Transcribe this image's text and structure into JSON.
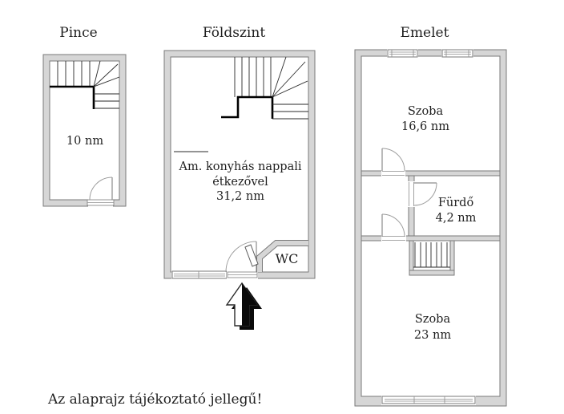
{
  "note": "Az alaprajz tájékoztató jellegű!",
  "colors": {
    "background": "#ffffff",
    "wall_fill": "#d6d6d6",
    "wall_border": "#7a7a7a",
    "line": "#2a2a2a",
    "text": "#1f1f1f"
  },
  "floors": {
    "pince": {
      "title": "Pince",
      "room": {
        "area": "10 nm"
      }
    },
    "foldszint": {
      "title": "Földszint",
      "living": {
        "line1": "Am. konyhás nappali",
        "line2": "étkezővel",
        "area": "31,2 nm"
      },
      "wc": {
        "name": "WC"
      }
    },
    "emelet": {
      "title": "Emelet",
      "szoba_felso": {
        "name": "Szoba",
        "area": "16,6 nm"
      },
      "furdo": {
        "name": "Fürdő",
        "area": "4,2 nm"
      },
      "szoba_also": {
        "name": "Szoba",
        "area": "23 nm"
      }
    }
  }
}
